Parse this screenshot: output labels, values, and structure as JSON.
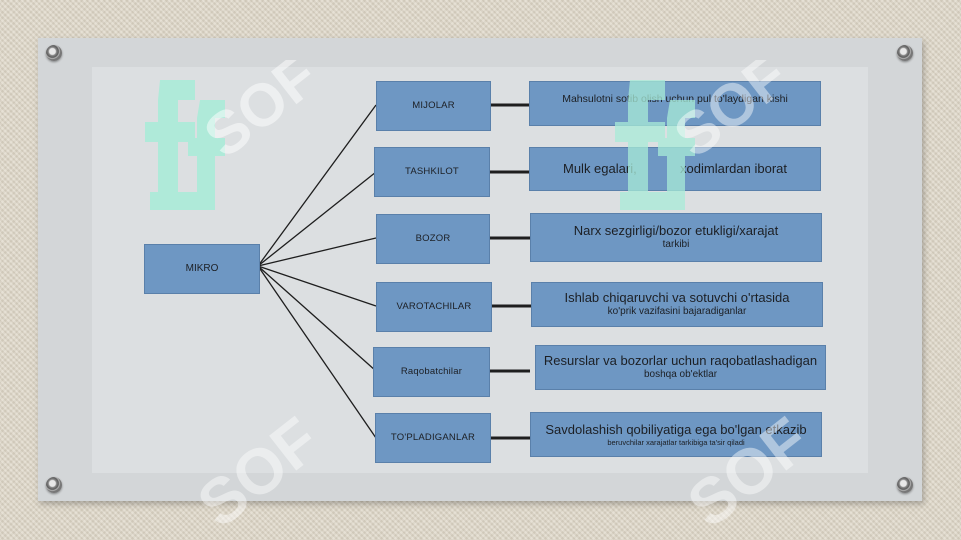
{
  "root": {
    "label": "MIKRO"
  },
  "nodes": [
    {
      "label": "MIJOLAR",
      "desc_line1": "Mahsulotni sotib olish uchun pul to'laydigan kishi",
      "desc_line2": ""
    },
    {
      "label": "TASHKILOT",
      "desc_line1": "Mulk egalari,            xodimlardan iborat",
      "desc_line2": ""
    },
    {
      "label": "BOZOR",
      "desc_line1": "Narx sezgirligi/bozor etukligi/xarajat",
      "desc_line2": "tarkibi"
    },
    {
      "label": "VAROTACHILAR",
      "desc_line1": "Ishlab chiqaruvchi va sotuvchi o'rtasida",
      "desc_line2": "ko'prik vazifasini bajaradiganlar"
    },
    {
      "label": "Raqobatchilar",
      "desc_line1": "Resurslar va bozorlar uchun raqobatlashadigan",
      "desc_line2": "boshqa ob'ektlar"
    },
    {
      "label": "TO'PLADIGANLAR",
      "desc_line1": "Savdolashish qobiliyatiga ega bo'lgan etkazib",
      "desc_line2": "beruvchilar xarajatlar tarkibiga ta'sir qiladi"
    }
  ],
  "colors": {
    "box": "#6e97c3",
    "connector": "#1e1e1e",
    "board": "#d3d6d8"
  },
  "watermark": {
    "text": "SOF"
  }
}
